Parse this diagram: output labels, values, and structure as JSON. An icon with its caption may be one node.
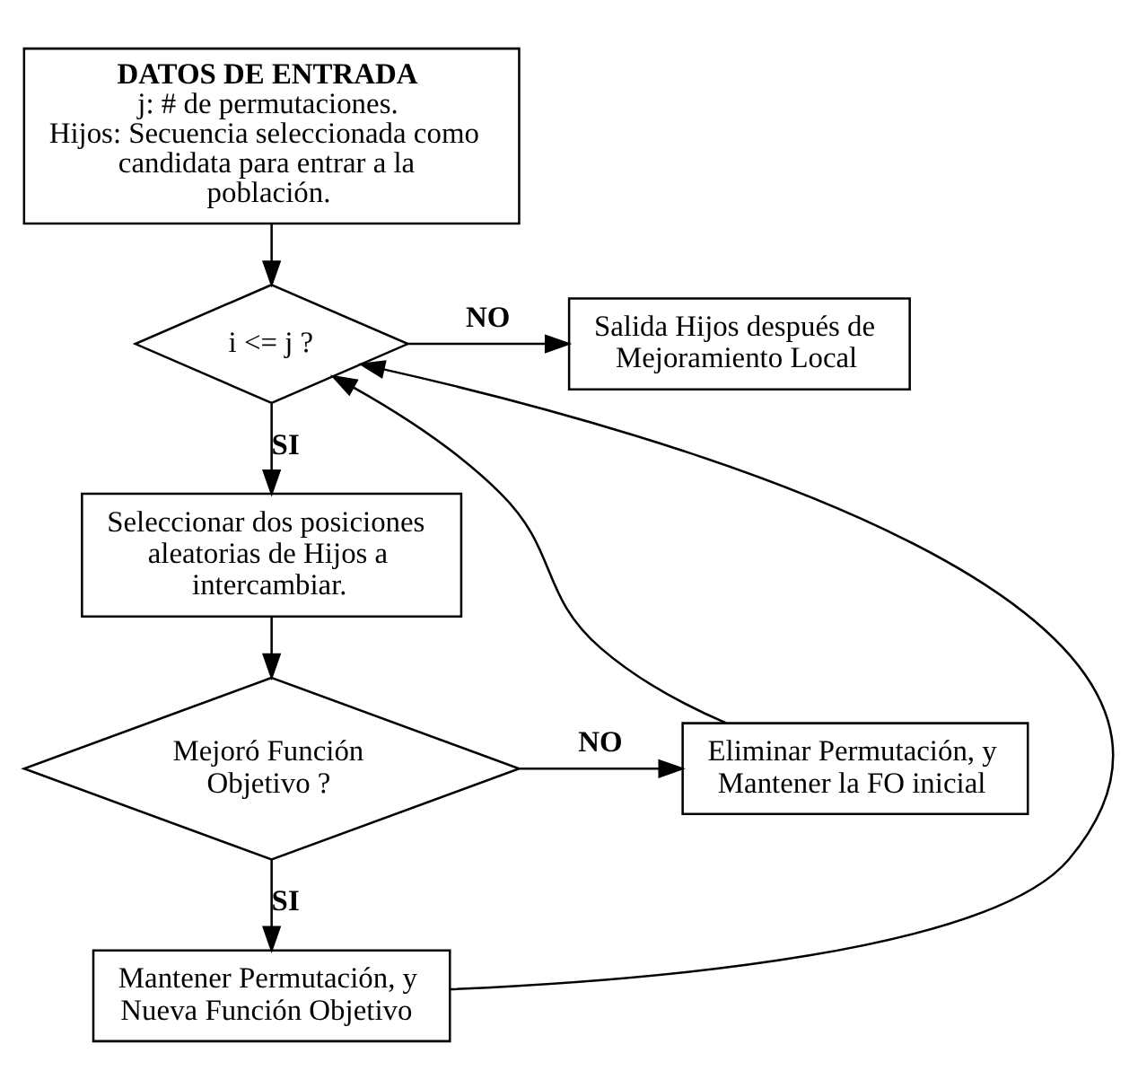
{
  "diagram": {
    "nodes": [
      {
        "text": [
          "DATOS DE ENTRADA",
          "j: # de permutaciones.",
          "Hijos: Secuencia seleccionada como candidata para entrar a la población."
        ]
      },
      {
        "text": [
          "i <= j ?"
        ]
      },
      {
        "text": [
          "Salida Hijos después de Mejoramiento Local"
        ]
      },
      {
        "text": [
          "Seleccionar dos posiciones aleatorias de Hijos a intercambiar."
        ]
      },
      {
        "text": [
          "Mejoró Función Objetivo ?"
        ]
      },
      {
        "text": [
          "Eliminar Permutación, y Mantener la FO inicial"
        ]
      },
      {
        "text": [
          "Mantener Permutación, y Nueva Función Objetivo"
        ]
      }
    ],
    "edges": [
      {
        "from": 0,
        "to": 1,
        "arrow": "to"
      },
      {
        "from": 1,
        "to": 2,
        "arrow": "to",
        "label": "NO"
      },
      {
        "from": 1,
        "to": 3,
        "arrow": "to",
        "label": "SI"
      },
      {
        "from": 3,
        "to": 4,
        "arrow": "to"
      },
      {
        "from": 4,
        "to": 5,
        "arrow": "to",
        "label": "NO"
      },
      {
        "from": 4,
        "to": 6,
        "arrow": "to",
        "label": "SI"
      },
      {
        "from": 6,
        "to": 1,
        "arrow": "to"
      },
      {
        "from": 5,
        "to": 1,
        "arrow": "to"
      }
    ]
  }
}
